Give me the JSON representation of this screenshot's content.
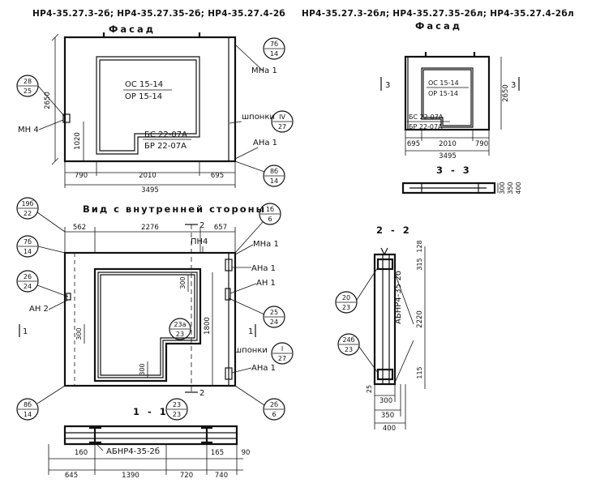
{
  "headers": {
    "left": "НР4-35.27.3-2б; НР4-35.27.35-2б; НР4-35.27.4-2б",
    "right": "НР4-35.27.3-2бл; НР4-35.27.35-2бл; НР4-35.27.4-2бл"
  },
  "titles": {
    "facade_left": "Фасад",
    "facade_right": "Фасад",
    "inner_view": "Вид с внутренней стороны",
    "sec11": "1 - 1",
    "sec22": "2 - 2",
    "sec33": "3 - 3"
  },
  "facade_left": {
    "opening_top": "ОС 15-14",
    "opening_bottom": "ОР 15-14",
    "door_top": "БС 22-07А",
    "door_bottom": "БР 22-07А",
    "mn_label": "МН 4",
    "mna_label": "МНа 1",
    "keys_label": "шпонки",
    "ana_label": "АНа 1",
    "tag_28_25": [
      "28",
      "25"
    ],
    "tag_7b_14": [
      "7б",
      "14"
    ],
    "tag_IV_27": [
      "IV",
      "27"
    ],
    "tag_8b_14": [
      "8б",
      "14"
    ],
    "dim_height": "2650",
    "dim_1020": "1020",
    "dim_790": "790",
    "dim_2010": "2010",
    "dim_695": "695",
    "dim_total": "3495"
  },
  "facade_right": {
    "opening_top": "ОС 15-14",
    "opening_bottom": "ОР 15-14",
    "door_top": "БС 22-07А",
    "door_bottom": "БР 22-07А",
    "dim_height": "2650",
    "dim_695": "695",
    "dim_2010": "2010",
    "dim_790": "790",
    "dim_total": "3495",
    "cut_left": "3",
    "cut_right": "3"
  },
  "inner": {
    "tag_19b_22": [
      "19б",
      "22"
    ],
    "tag_1b_6": [
      "1б",
      "6"
    ],
    "tag_7b_14": [
      "7б",
      "14"
    ],
    "tag_26_24": [
      "26",
      "24"
    ],
    "tag_25_24": [
      "25",
      "24"
    ],
    "tag_23a_23": [
      "23а",
      "23"
    ],
    "tag_I_27": [
      "I",
      "27"
    ],
    "tag_8b_14": [
      "8б",
      "14"
    ],
    "tag_2b_6": [
      "2б",
      "6"
    ],
    "tag_23_23": [
      "23",
      "23"
    ],
    "dim_562": "562",
    "dim_2276": "2276",
    "dim_657": "657",
    "dim_300_top": "300",
    "dim_300_left": "300",
    "dim_1800": "1800",
    "dim_300_bottom": "300",
    "cut2_top": "2",
    "cut2_bottom": "2",
    "cut1_left": "1",
    "cut1_right": "1",
    "pn_label": "ПН4",
    "mna_label": "МНа 1",
    "ana1_a": "АНа 1",
    "an1": "АН 1",
    "an2": "АН 2",
    "keys_label": "шпонки",
    "ana1_b": "АНа 1"
  },
  "sec11": {
    "mark": "АБНР4-35-2б",
    "dim_160": "160",
    "dim_165": "165",
    "dim_90": "90",
    "dim_645": "645",
    "dim_1390": "1390",
    "dim_720": "720",
    "dim_740": "740"
  },
  "sec22": {
    "mark": "АБНР4-35-2б",
    "tag_20_23": [
      "20",
      "23"
    ],
    "tag_24b_23": [
      "24б",
      "23"
    ],
    "dim_128": "128",
    "dim_315": "315",
    "dim_2220": "2220",
    "dim_115": "115",
    "dim_25": "25",
    "dim_300": "300",
    "dim_350": "350",
    "dim_400": "400"
  },
  "sec33": {
    "dim_300": "300",
    "dim_350": "350",
    "dim_400": "400"
  }
}
